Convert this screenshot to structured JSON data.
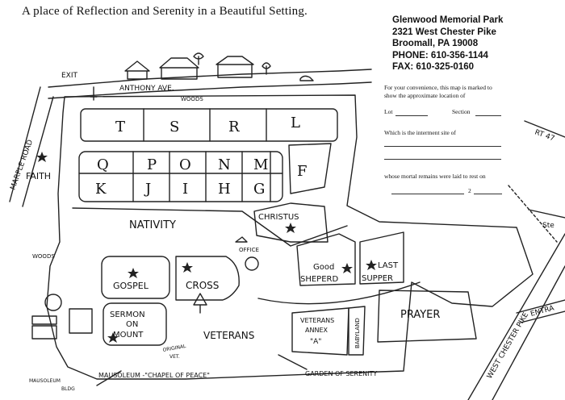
{
  "tagline": "A place of Reflection and Serenity in a Beautiful Setting.",
  "contact": {
    "name": "Glenwood Memorial Park",
    "street": "2321 West Chester Pike",
    "city": "Broomall, PA 19008",
    "phone": "PHONE: 610-356-1144",
    "fax": "FAX: 610-325-0160"
  },
  "form": {
    "intro_line1": "For your convenience, this map is marked to",
    "intro_line2": "show the approximate location of",
    "lot_label": "Lot",
    "section_label": "Section",
    "interment_label": "Which is the interment site of",
    "remains_label": "whose mortal remains were laid to rest on",
    "year_prefix": "2"
  },
  "roads": {
    "exit": "EXIT",
    "anthony": "ANTHONY AVE.",
    "marple": "MARPLE ROAD",
    "west_chester": "WEST CHESTER PIKE",
    "rt": "RT 47",
    "ste": "Ste",
    "entrance": "ENTRA"
  },
  "woods": [
    "WOODS",
    "WOODS"
  ],
  "lots_top": [
    "T",
    "S",
    "R",
    "L"
  ],
  "lots_mid_upper": [
    "Q",
    "P",
    "O",
    "N",
    "M"
  ],
  "lots_mid_lower": [
    "K",
    "J",
    "I",
    "H",
    "G"
  ],
  "lot_f": "F",
  "sections": {
    "faith": "FAITH",
    "nativity": "NATIVITY",
    "christus": "CHRISTUS",
    "office": "OFFICE",
    "gospel": "GOSPEL",
    "cross": "CROSS",
    "good": "Good",
    "sheperd": "SHEPERD",
    "last": "LAST",
    "supper": "SUPPER",
    "sermon": "SERMON",
    "on": "ON",
    "mount": "MOUNT",
    "veterans": "VETERANS",
    "vet_annex1": "VETERANS",
    "vet_annex2": "ANNEX",
    "vet_annex3": "\"A\"",
    "babyland": "BABYLAND",
    "prayer": "PRAYER",
    "original1": "ORIGINAL",
    "original2": "VET.",
    "mausoleum_chapel": "MAUSOLEUM -\"CHAPEL OF PEACE\"",
    "mausoleum_small1": "MAUSOLEUM",
    "mausoleum_small2": "BLDG",
    "garden": "GARDEN OF SERENITY"
  }
}
